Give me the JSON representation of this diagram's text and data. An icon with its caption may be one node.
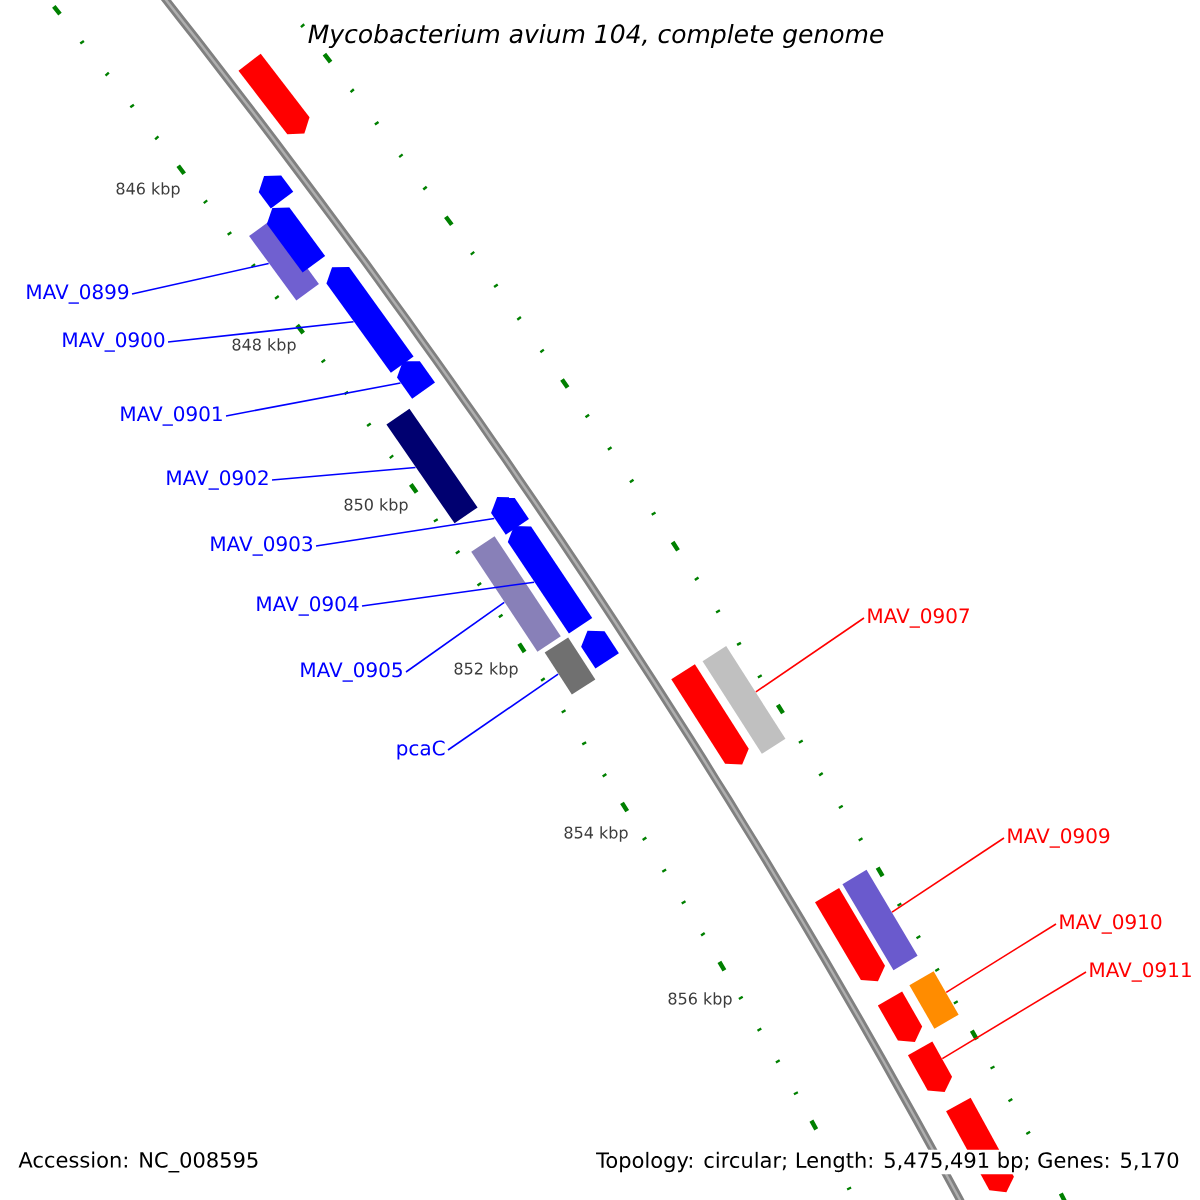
{
  "diagram": {
    "title": "Mycobacterium avium 104, complete genome",
    "nodes": [
      {
        "text": [
          "MAV_0899"
        ]
      },
      {
        "text": [
          "MAV_0900"
        ]
      },
      {
        "text": [
          "MAV_0901"
        ]
      },
      {
        "text": [
          "MAV_0902"
        ]
      },
      {
        "text": [
          "MAV_0903"
        ]
      },
      {
        "text": [
          "MAV_0904"
        ]
      },
      {
        "text": [
          "MAV_0905"
        ]
      },
      {
        "text": [
          "pcaC"
        ]
      },
      {
        "text": [
          "MAV_0907"
        ]
      },
      {
        "text": [
          "MAV_0909"
        ]
      },
      {
        "text": [
          "MAV_0910"
        ]
      },
      {
        "text": [
          "MAV_0911"
        ]
      },
      {
        "text": [],
        "shape": "bar"
      },
      {
        "text": [],
        "shape": "pentagon"
      },
      {
        "text": [],
        "shape": "pentagon"
      },
      {
        "text": [],
        "shape": "bar"
      },
      {
        "text": [],
        "shape": "pentagon"
      },
      {
        "text": [],
        "shape": "pentagon"
      },
      {
        "text": [],
        "shape": "bar"
      },
      {
        "text": [],
        "shape": "bar"
      },
      {
        "text": [],
        "shape": "bar"
      },
      {
        "text": [],
        "shape": "bar"
      },
      {
        "text": [],
        "shape": "bar"
      },
      {
        "text": [],
        "shape": "pentagon"
      },
      {
        "text": [],
        "shape": "pentagon"
      },
      {
        "text": [],
        "shape": "pentagon"
      },
      {
        "text": [],
        "shape": "pentagon"
      },
      {
        "text": [],
        "shape": "pentagon"
      },
      {
        "text": [],
        "shape": "pentagon"
      },
      {
        "text": [],
        "shape": "pentagon"
      },
      {
        "text": [],
        "shape": "pentagon"
      },
      {
        "text": [],
        "shape": "pentagon"
      }
    ],
    "edges": [
      {
        "from": 0,
        "to": 12,
        "arrow": "none"
      },
      {
        "from": 1,
        "to": 13,
        "arrow": "none"
      },
      {
        "from": 2,
        "to": 14,
        "arrow": "none"
      },
      {
        "from": 3,
        "to": 15,
        "arrow": "none"
      },
      {
        "from": 4,
        "to": 16,
        "arrow": "none"
      },
      {
        "from": 5,
        "to": 17,
        "arrow": "none"
      },
      {
        "from": 6,
        "to": 18,
        "arrow": "none"
      },
      {
        "from": 7,
        "to": 19,
        "arrow": "none"
      },
      {
        "from": 8,
        "to": 20,
        "arrow": "none",
        "color": "#ff0000"
      },
      {
        "from": 9,
        "to": 21,
        "arrow": "none",
        "color": "#ff0000"
      },
      {
        "from": 10,
        "to": 22,
        "arrow": "none",
        "color": "#ff0000"
      },
      {
        "from": 11,
        "to": 23,
        "arrow": "none",
        "color": "#ff0000"
      }
    ],
    "labels": [
      "846 kbp",
      "848 kbp",
      "850 kbp",
      "852 kbp",
      "854 kbp",
      "856 kbp",
      "Accession: NC_008595",
      "Topology: circular; Length: 5,475,491 bp; Genes: 5,170"
    ]
  }
}
